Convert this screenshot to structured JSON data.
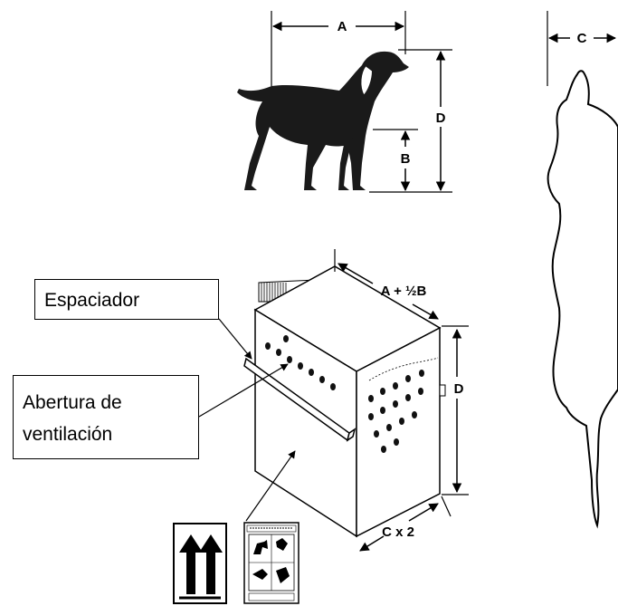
{
  "labels": {
    "spacer": "Espaciador",
    "vent_line1": "Abertura de",
    "vent_line2": "ventilación"
  },
  "dimensions": {
    "length": "A",
    "elbow_height": "B",
    "height": "D",
    "width": "C",
    "crate_length": "A + ½B",
    "crate_height": "D",
    "crate_width": "C x 2"
  },
  "icons": [
    "dog-side-silhouette-icon",
    "dog-top-view-outline-icon",
    "this-way-up-arrows-icon",
    "live-animals-label-icon"
  ],
  "colors": {
    "ink": "#000000",
    "fill": "#1a1a1a",
    "paper": "#ffffff"
  }
}
